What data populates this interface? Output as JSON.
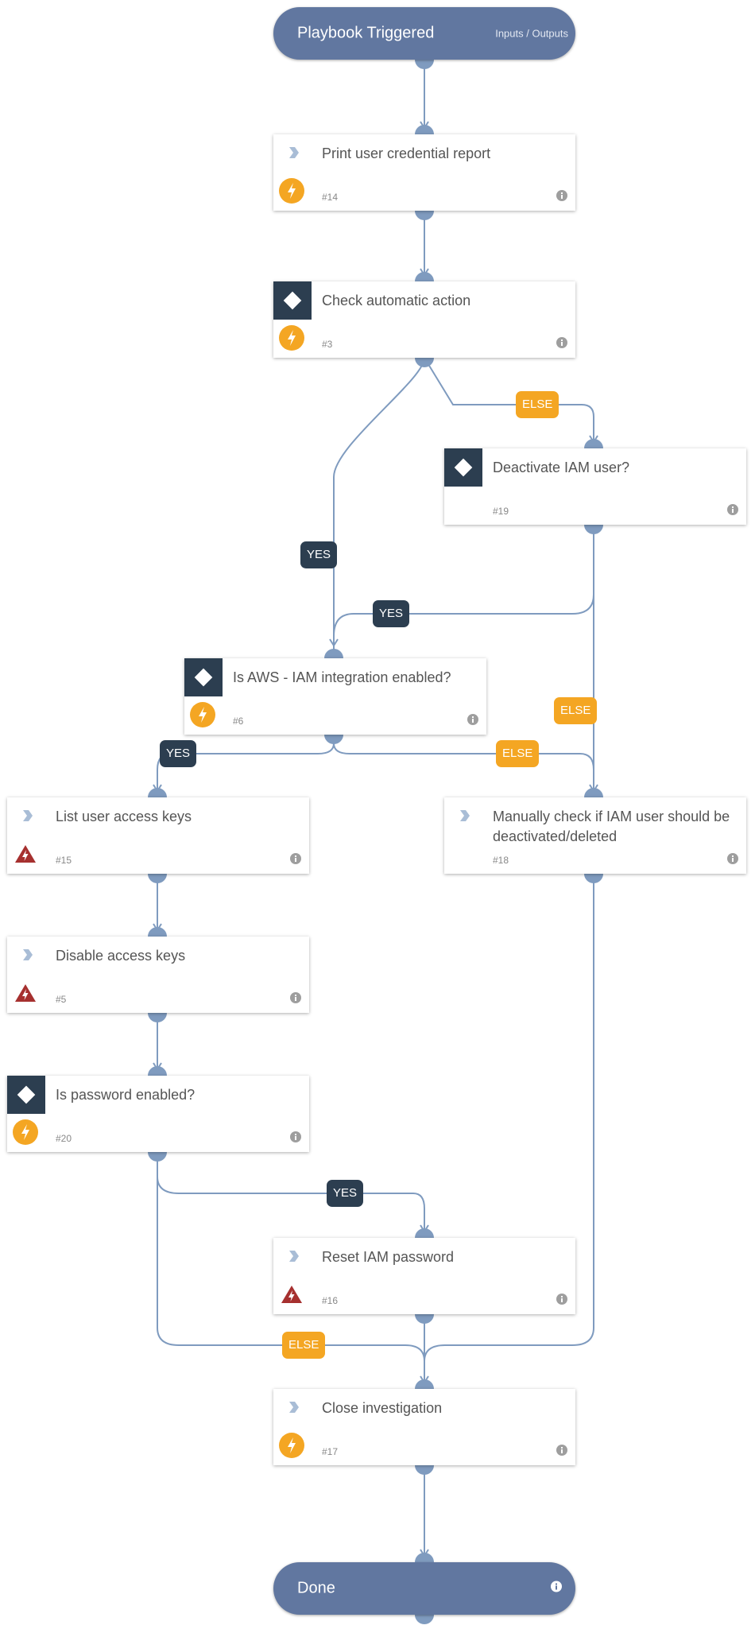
{
  "start": {
    "title": "Playbook Triggered",
    "link": "Inputs / Outputs"
  },
  "end": {
    "title": "Done"
  },
  "tasks": [
    {
      "id": "t14",
      "kind": "task",
      "badge": "bolt",
      "title": "Print user credential report",
      "num": "#14"
    },
    {
      "id": "t3",
      "kind": "condition",
      "badge": "bolt",
      "title": "Check automatic action",
      "num": "#3"
    },
    {
      "id": "t19",
      "kind": "condition",
      "badge": "",
      "title": "Deactivate IAM user?",
      "num": "#19"
    },
    {
      "id": "t6",
      "kind": "condition",
      "badge": "bolt",
      "title": "Is AWS - IAM integration enabled?",
      "num": "#6"
    },
    {
      "id": "t15",
      "kind": "task",
      "badge": "alert",
      "title": "List user access keys",
      "num": "#15"
    },
    {
      "id": "t18",
      "kind": "task",
      "badge": "",
      "title": "Manually check if IAM user should be deactivated/deleted",
      "num": "#18"
    },
    {
      "id": "t5",
      "kind": "task",
      "badge": "alert",
      "title": "Disable access keys",
      "num": "#5"
    },
    {
      "id": "t20",
      "kind": "condition",
      "badge": "bolt",
      "title": "Is password enabled?",
      "num": "#20"
    },
    {
      "id": "t16",
      "kind": "task",
      "badge": "alert",
      "title": "Reset IAM password",
      "num": "#16"
    },
    {
      "id": "t17",
      "kind": "task",
      "badge": "bolt",
      "title": "Close investigation",
      "num": "#17"
    }
  ],
  "labels": [
    {
      "id": "l-3-19-else",
      "kind": "else",
      "text": "ELSE"
    },
    {
      "id": "l-3-6-yes",
      "kind": "yes",
      "text": "YES"
    },
    {
      "id": "l-19-6-yes",
      "kind": "yes",
      "text": "YES"
    },
    {
      "id": "l-19-18-else",
      "kind": "else",
      "text": "ELSE"
    },
    {
      "id": "l-6-15-yes",
      "kind": "yes",
      "text": "YES"
    },
    {
      "id": "l-6-18-else",
      "kind": "else",
      "text": "ELSE"
    },
    {
      "id": "l-20-16-yes",
      "kind": "yes",
      "text": "YES"
    },
    {
      "id": "l-20-17-else",
      "kind": "else",
      "text": "ELSE"
    }
  ],
  "colors": {
    "terminal": "#6177a0",
    "connector": "#7f9bbf",
    "condition": "#2c3e50",
    "yes_label": "#2c3e50",
    "else_label": "#f4a623",
    "bolt_badge": "#f4a623",
    "alert_badge": "#a6302f",
    "chevron": "#a9bdd6"
  }
}
